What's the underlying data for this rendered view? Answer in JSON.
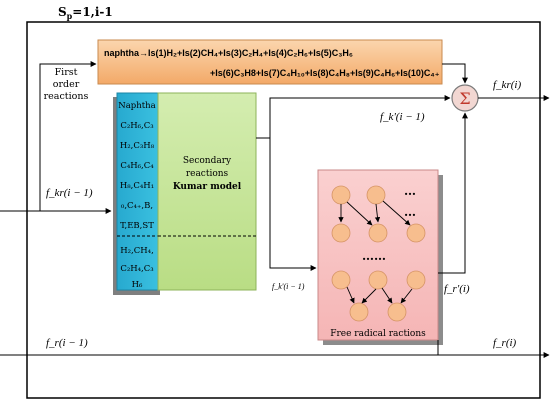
{
  "title": "S",
  "title_sub": "p",
  "title_rest": "=1,i-1",
  "reaction_line1": "naphtha→Is(1)H₂+Is(2)CH₄+Is(3)C₂H₄+Is(4)C₂H₆+Is(5)C₃H₆",
  "reaction_line2": "+Is(6)C₃H8+Is(7)C₄H₁₀+Is(8)C₄H₈+Is(9)C₄H₆+Is(10)C₄₊",
  "first_order": [
    "First",
    "order",
    "reactions"
  ],
  "species_top": [
    "Naphtha",
    "C₂H₆,C₃",
    "H₂,C₃H₈",
    "C₄H₆,C₄",
    "H₈,C₄H₁",
    "₀,C₄₊,B,",
    "T,EB,ST"
  ],
  "species_bottom": [
    "H₂,CH₄,",
    "C₂H₄,C₃",
    "H₆"
  ],
  "secondary": [
    "Secondary",
    "reactions"
  ],
  "kumar": "Kumar model",
  "sum_symbol": "Σ",
  "free_radical": "Free radical ractions",
  "dots": [
    "…",
    "…",
    "……"
  ],
  "labels": {
    "f_kr_out": "f_kr(i)",
    "f_kp_prev": "f_k'(i − 1)",
    "f_kr_prev": "f_kr(i − 1)",
    "f_kp_prev_small": "f_k'(i − 1)",
    "f_rp": "f_r'(i)",
    "f_r_prev": "f_r(i − 1)",
    "f_r_out": "f_r(i)"
  },
  "colors": {
    "orange": "#F7C08A",
    "cyan": "#2BB3D6",
    "green": "#C7E59B",
    "pink": "#F8C3C3",
    "node": "#F7BE8E",
    "sum_fill": "#F2D7D2"
  }
}
